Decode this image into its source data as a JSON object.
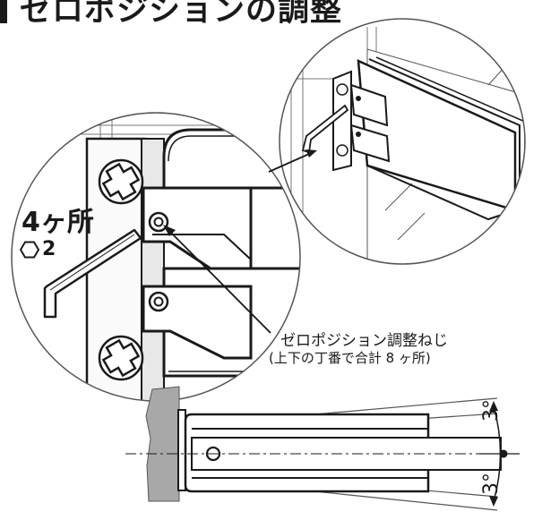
{
  "title": "ゼロポジションの調整",
  "callouts": {
    "count": "4ヶ所",
    "hex_size": "2",
    "screw_line1": "ゼロポジション調整ねじ",
    "screw_line2": "(上下の丁番で合計 8 ヶ所)"
  },
  "angles": {
    "up": "3°",
    "down": "3°"
  }
}
